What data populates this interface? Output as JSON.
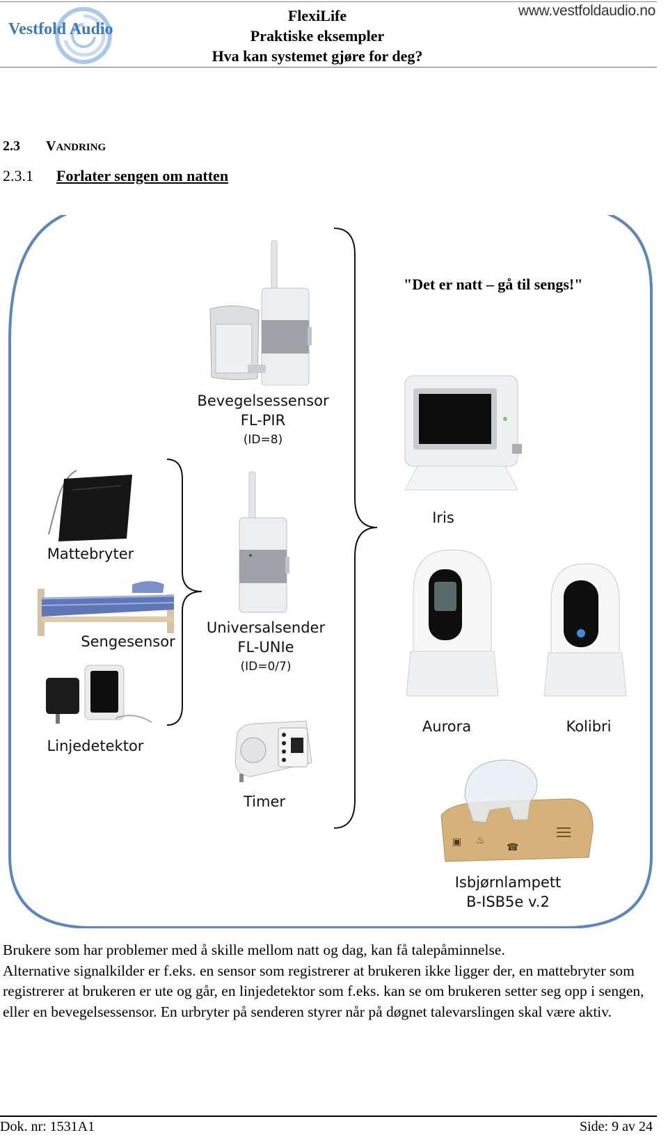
{
  "header": {
    "logo_text": "Vestfold Audio",
    "title_line1": "FlexiLife",
    "title_line2": "Praktiske eksempler",
    "title_line3": "Hva kan systemet gjøre for deg?",
    "url": "www.vestfoldaudio.no"
  },
  "section": {
    "number": "2.3",
    "title_first": "V",
    "title_rest": "ANDRING"
  },
  "subsection": {
    "number": "2.3.1",
    "title": "Forlater sengen om natten"
  },
  "diagram": {
    "quote": "\"Det er natt – gå til sengs!\"",
    "pir": {
      "line1": "Bevegelsessensor",
      "line2": "FL-PIR",
      "line3": "(ID=8)"
    },
    "mattebryter": "Mattebryter",
    "sengesensor": "Sengesensor",
    "linjedetektor": "Linjedetektor",
    "unie": {
      "line1": "Universalsender",
      "line2": "FL-UNIe",
      "line3": "(ID=0/7)"
    },
    "timer": "Timer",
    "iris": "Iris",
    "aurora": "Aurora",
    "kolibri": "Kolibri",
    "isbjorn": {
      "line1": "Isbjørnlampett",
      "line2": "B-ISB5e v.2"
    },
    "accent_color": "#5b86bf"
  },
  "body": {
    "para1": "Brukere som har problemer med å skille mellom natt og dag, kan få talepåminnelse.",
    "para2": "Alternative signalkilder er f.eks. en sensor som registrerer at brukeren ikke ligger der, en mattebryter som registrerer at brukeren er ute og går, en linjedetektor som f.eks. kan se om brukeren setter seg opp i sengen, eller en bevegelsessensor. En urbryter på senderen styrer når på døgnet talevarslingen skal være aktiv."
  },
  "footer": {
    "doc_nr": "Dok. nr: 1531A1",
    "page": "Side: 9 av 24"
  }
}
